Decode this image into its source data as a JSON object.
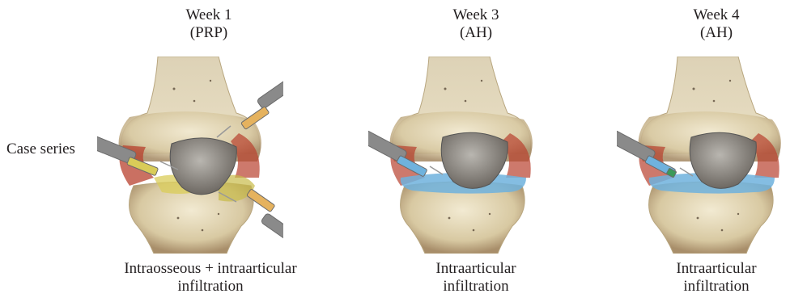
{
  "row_label": "Case series",
  "columns": [
    {
      "week": "Week 1",
      "treatment": "(PRP)",
      "caption_line1": "Intraosseous + intraarticular",
      "caption_line2": "infiltration",
      "injection_color": "#d9cc58",
      "syringes": 3
    },
    {
      "week": "Week 3",
      "treatment": "(AH)",
      "caption_line1": "Intraarticular",
      "caption_line2": "infiltration",
      "injection_color": "#6fb2dd",
      "syringes": 1
    },
    {
      "week": "Week 4",
      "treatment": "(AH)",
      "caption_line1": "Intraarticular",
      "caption_line2": "infiltration",
      "injection_color": "#6fb2dd",
      "syringes": 1
    }
  ]
}
